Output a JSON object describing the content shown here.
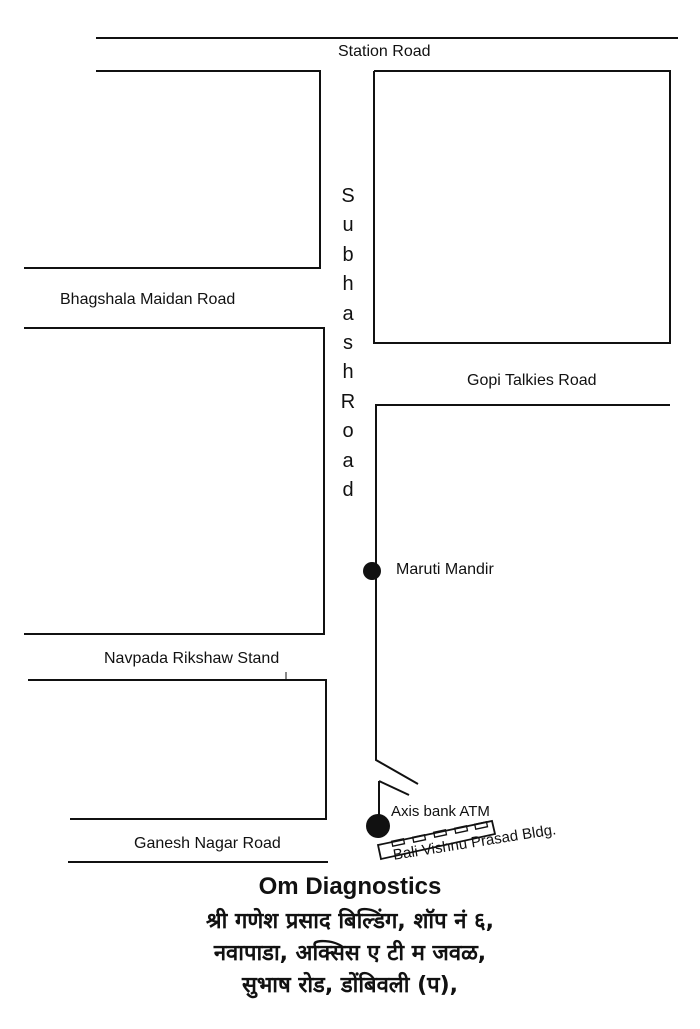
{
  "map": {
    "roads": {
      "station": "Station Road",
      "bhagshala": "Bhagshala Maidan Road",
      "gopi": "Gopi Talkies Road",
      "navpada": "Navpada Rikshaw Stand",
      "ganesh": "Ganesh Nagar Road",
      "subhash_letters": [
        "S",
        "u",
        "b",
        "h",
        "a",
        "s",
        "h",
        "R",
        "o",
        "a",
        "d"
      ]
    },
    "landmarks": {
      "maruti": "Maruti Mandir",
      "atm": "Axis bank ATM",
      "building": "Bali Vishnu Prasad Bldg."
    }
  },
  "footer": {
    "title": "Om Diagnostics",
    "address_line1": "श्री गणेश प्रसाद बिल्डिंग, शॉप नं ६,",
    "address_line2": "नवापाडा, अक्सिस ए टी म जवळ,",
    "address_line3": "सुभाष रोड, डोंबिवली (प),"
  },
  "colors": {
    "ink": "#111111",
    "paper": "#ffffff"
  }
}
